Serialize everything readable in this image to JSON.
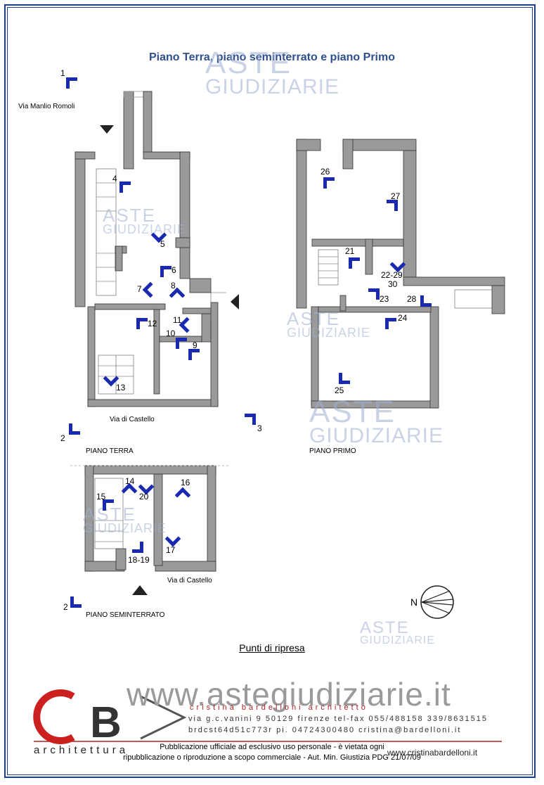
{
  "title": "Piano Terra, piano seminterrato e piano Primo",
  "watermark": {
    "line1": "ASTE",
    "line2": "GIUDIZIARIE"
  },
  "street_labels": {
    "via_manlio_romoli": "Via Manlio Romoli",
    "via_di_castello_1": "Via di Castello",
    "via_di_castello_2": "Via di Castello"
  },
  "floor_labels": {
    "piano_terra": "PIANO TERRA",
    "piano_primo": "PIANO PRIMO",
    "piano_seminterrato": "PIANO SEMINTERRATO"
  },
  "shooting_points": {
    "p1": "1",
    "p2a": "2",
    "p2b": "2",
    "p3": "3",
    "p4": "4",
    "p5": "5",
    "p6": "6",
    "p7": "7",
    "p8": "8",
    "p9": "9",
    "p10": "10",
    "p11": "11",
    "p12": "12",
    "p13": "13",
    "p14": "14",
    "p15": "15",
    "p16": "16",
    "p17": "17",
    "p18_19": "18-19",
    "p20": "20",
    "p21": "21",
    "p22_29": "22-29",
    "p30": "30",
    "p23": "23",
    "p24": "24",
    "p25": "25",
    "p26": "26",
    "p27": "27",
    "p28": "28"
  },
  "north_label": "N",
  "section_title": "Punti di ripresa",
  "studio": {
    "name": "cristina bardelloni architetto",
    "address": "via g.c.vanini 9 50129 firenze tel-fax 055/488158 339/8631515",
    "fiscal": "brdcst64d51c773r pi. 04724300480 cristina@bardelloni.it",
    "website": "www.cristinabardelloni.it",
    "logo_text": "architettura"
  },
  "big_watermark": "www.astegiudiziarie.it",
  "footer": {
    "line1": "Pubblicazione ufficiale ad esclusivo uso personale - è vietata ogni",
    "line2": "ripubblicazione o riproduzione a scopo commerciale - Aut. Min. Giustizia PDG 21/07/09"
  }
}
